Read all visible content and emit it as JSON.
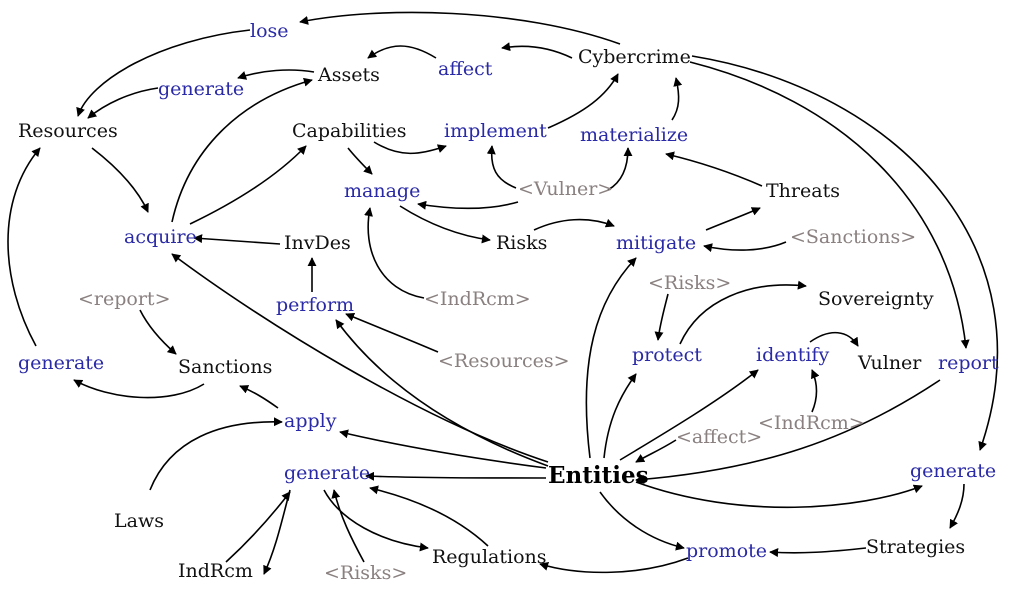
{
  "diagram": {
    "nodes": {
      "cybercrime": "Cybercrime",
      "assets": "Assets",
      "resources": "Resources",
      "capabilities": "Capabilities",
      "threats": "Threats",
      "invdes": "InvDes",
      "risks": "Risks",
      "sovereignty": "Sovereignty",
      "sanctions": "Sanctions",
      "vulner": "Vulner",
      "entities": "Entities",
      "laws": "Laws",
      "indrcm": "IndRcm",
      "regulations": "Regulations",
      "strategies": "Strategies"
    },
    "verbs": {
      "lose": "lose",
      "affect": "affect",
      "generate_assets": "generate",
      "implement": "implement",
      "materialize": "materialize",
      "manage": "manage",
      "acquire": "acquire",
      "mitigate": "mitigate",
      "perform": "perform",
      "protect": "protect",
      "identify": "identify",
      "report": "report",
      "generate_sanctions": "generate",
      "apply": "apply",
      "generate_regs": "generate",
      "generate_strategies": "generate",
      "promote": "promote"
    },
    "shadows": {
      "vulner": "<Vulner>",
      "sanctions": "<Sanctions>",
      "indrcm_top": "<IndRcm>",
      "risks_top": "<Risks>",
      "report": "<report>",
      "resources": "<Resources>",
      "affect": "<affect>",
      "indrcm_bottom": "<IndRcm>",
      "risks_bottom": "<Risks>"
    }
  }
}
